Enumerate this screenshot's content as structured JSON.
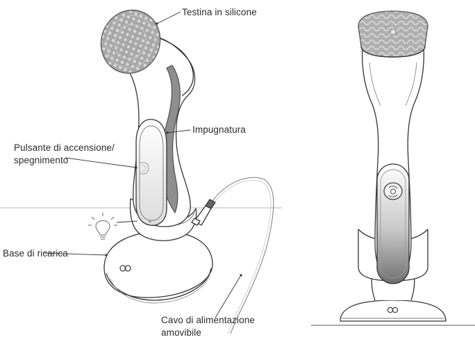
{
  "labels": {
    "head": "Testina in silicone",
    "grip": "Impugnatura",
    "button_line1": "Pulsante di accensione/",
    "button_line2": "spegnimento",
    "base": "Base di ricarica",
    "cable_line1": "Cavo di alimentazione",
    "cable_line2": "amovibile"
  },
  "icons": {
    "logo": "infinity-logo-icon",
    "light": "lightbulb-icon",
    "power": "power-button-icon"
  },
  "colors": {
    "outline": "#333333",
    "silicone": "#a9a9a9",
    "grip": "#8f8f8f",
    "ground_line": "#b5b5b5",
    "text": "#2b2b2b"
  }
}
